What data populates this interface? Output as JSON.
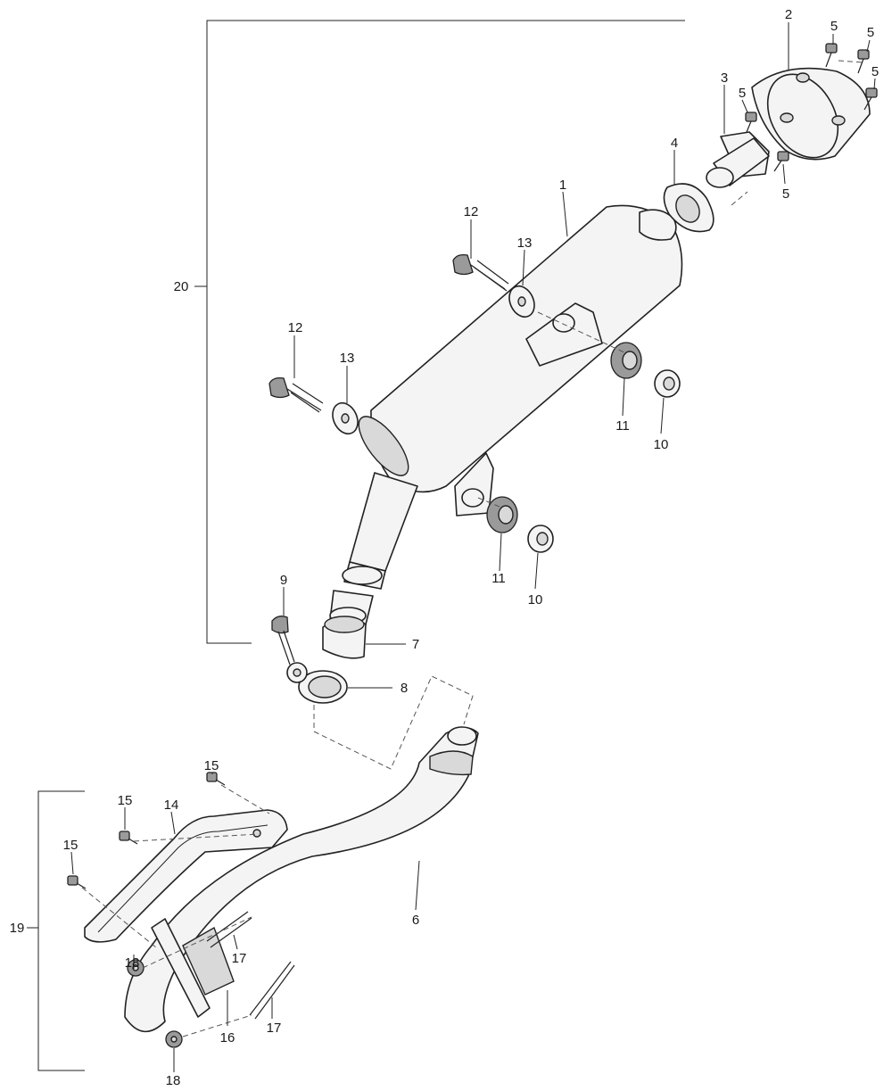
{
  "labels": {
    "p1": "1",
    "p2": "2",
    "p3": "3",
    "p4": "4",
    "p5a": "5",
    "p5b": "5",
    "p5c": "5",
    "p5d": "5",
    "p5e": "5",
    "p6": "6",
    "p7": "7",
    "p8": "8",
    "p9": "9",
    "p10a": "10",
    "p10b": "10",
    "p11a": "11",
    "p11b": "11",
    "p12a": "12",
    "p12b": "12",
    "p13a": "13",
    "p13b": "13",
    "p14": "14",
    "p15a": "15",
    "p15b": "15",
    "p15c": "15",
    "p16": "16",
    "p17a": "17",
    "p17b": "17",
    "p18a": "18",
    "p18b": "18",
    "p19": "19",
    "p20": "20"
  },
  "colors": {
    "ink": "#222222",
    "fill": "#f4f4f4",
    "shade": "#d9d9d9"
  }
}
